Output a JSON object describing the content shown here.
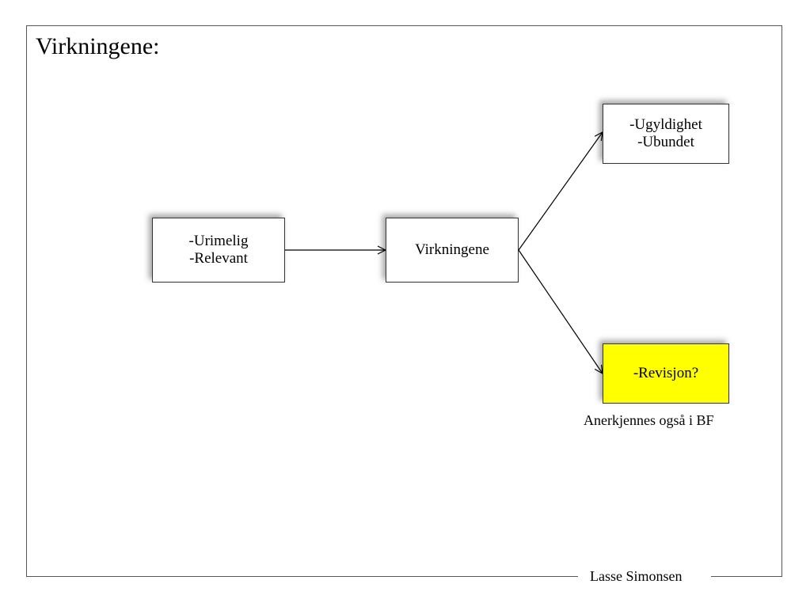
{
  "slide": {
    "title": "Virkningene:",
    "author": "Lasse Simonsen"
  },
  "diagram": {
    "nodes": {
      "conditions": {
        "lines": [
          "-Urimelig",
          "-Relevant"
        ],
        "fill": "#ffffff"
      },
      "effects": {
        "lines": [
          "Virkningene"
        ],
        "fill": "#ffffff"
      },
      "invalidity": {
        "lines": [
          "-Ugyldighet",
          "-Ubundet"
        ],
        "fill": "#ffffff"
      },
      "revision": {
        "lines": [
          "-Revisjon?"
        ],
        "fill": "#ffff00"
      }
    },
    "revision_caption": "Anerkjennes også i BF",
    "edges": [
      {
        "from": "conditions",
        "to": "effects"
      },
      {
        "from": "effects",
        "to": "invalidity"
      },
      {
        "from": "effects",
        "to": "revision"
      }
    ]
  }
}
